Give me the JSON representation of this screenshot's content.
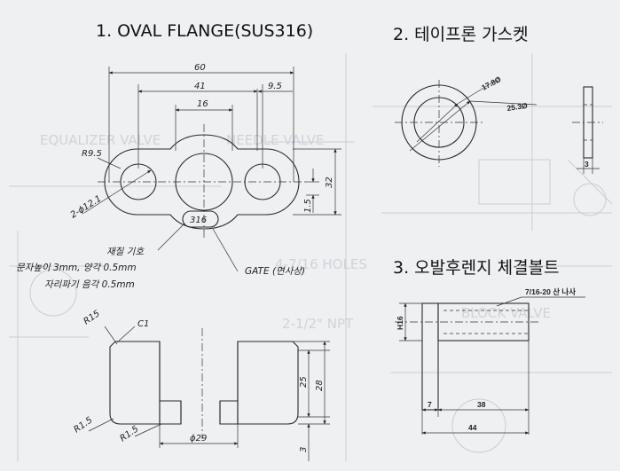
{
  "headings": {
    "h1": "1. OVAL FLANGE(SUS316)",
    "h2": "2. 테이프론 가스켓",
    "h3": "3. 오발후렌지 체결볼트"
  },
  "background_text": {
    "t1": "EQUALIZER VALVE",
    "t2": "NEEDLE VALVE",
    "t3": "4-7/16 HOLES",
    "t4": "2-1/2\" NPT",
    "t5": "BLOCK VALVE"
  },
  "flange_top": {
    "dim_60": "60",
    "dim_41": "41",
    "dim_9_5": "9.5",
    "dim_16": "16",
    "dim_r9_5": "R9.5",
    "dim_holes": "2-ϕ12.1",
    "dim_32": "32",
    "dim_1_5": "1.5",
    "marking": "316",
    "note_material": "재질 기호",
    "note_text_size": "문자높이 3mm, 양각  0.5mm",
    "note_engrave": "자리파기 음각  0.5mm",
    "note_gate": "GATE (면사상)"
  },
  "flange_section": {
    "dim_r15_top": "R15",
    "dim_c1": "C1",
    "dim_25": "25",
    "dim_28": "28",
    "dim_r15_left": "R1.5",
    "dim_r15_bottom": "R1.5",
    "dim_29": "ϕ29",
    "dim_3": "3"
  },
  "gasket": {
    "dim_inner": "17.8Ø",
    "dim_outer": "25.3Ø",
    "dim_thickness": "3"
  },
  "bolt": {
    "thread_label": "7/16-20 산 나사",
    "dim_head": "H16",
    "dim_7": "7",
    "dim_38": "38",
    "dim_44": "44"
  }
}
